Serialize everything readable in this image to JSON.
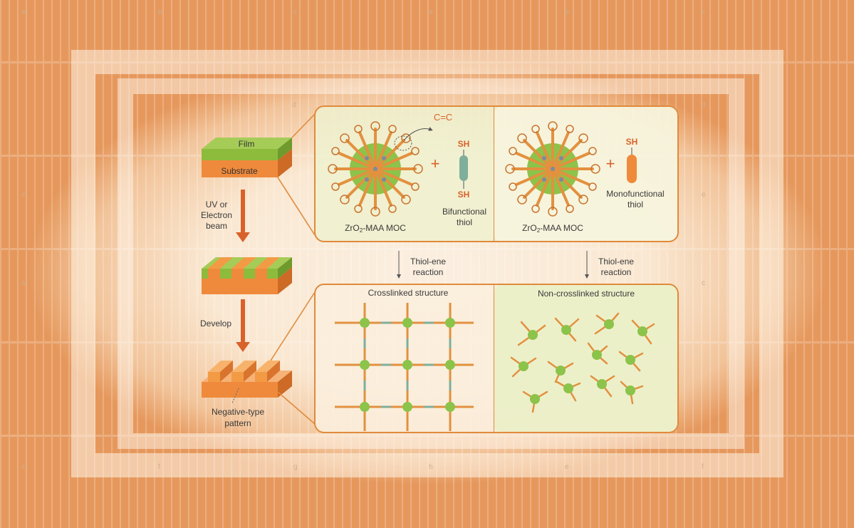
{
  "process": {
    "film": "Film",
    "substrate": "Substrate",
    "step1": [
      "UV or",
      "Electron",
      "beam"
    ],
    "step2": "Develop",
    "result": [
      "Negative-type",
      "pattern"
    ]
  },
  "top_left_panel": {
    "moc_label_prefix": "ZrO",
    "moc_label_sub": "2",
    "moc_label_suffix": "-MAA MOC",
    "alkene": "C=C",
    "sh_top": "SH",
    "sh_bottom": "SH",
    "thiol_label": [
      "Bifunctional",
      "thiol"
    ],
    "plus": "+"
  },
  "top_right_panel": {
    "moc_label_prefix": "ZrO",
    "moc_label_sub": "2",
    "moc_label_suffix": "-MAA MOC",
    "sh": "SH",
    "thiol_label": [
      "Monofunctional",
      "thiol"
    ],
    "plus": "+"
  },
  "reactions": {
    "left": [
      "Thiol-ene",
      "reaction"
    ],
    "right": [
      "Thiol-ene",
      "reaction"
    ]
  },
  "bottom_left_panel": {
    "title": "Crosslinked structure"
  },
  "bottom_right_panel": {
    "title": "Non-crosslinked structure"
  },
  "background_panel_letters": [
    "a",
    "b",
    "c",
    "a",
    "b",
    "c",
    "d",
    "d",
    "e",
    "e",
    "a",
    "b",
    "c",
    "d",
    "e",
    "e",
    "f",
    "g",
    "e",
    "f",
    "g",
    "h",
    "e",
    "f"
  ],
  "colors": {
    "film_green": "#8dbb3c",
    "substrate_orange": "#ef8a3c",
    "arrow_orange": "#d9622a",
    "panel_border": "#e08a3c",
    "node_green": "#8cc34a",
    "ligand_orange": "#e2913f",
    "thiol_teal": "#7fae9a"
  }
}
